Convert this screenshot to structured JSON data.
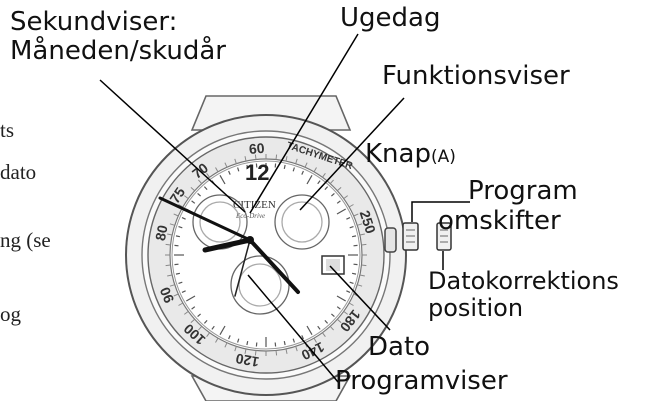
{
  "labels": {
    "second_hand_line1": "Sekundviser:",
    "second_hand_line2": "Måneden/skudår",
    "weekday": "Ugedag",
    "function_hand": "Funktionsviser",
    "button_a_main": "Knap",
    "button_a_suffix": "(A)",
    "program_switch_line1": "Program",
    "program_switch_line2": "omskifter",
    "date_correction_line1": "Datokorrektions",
    "date_correction_line2": "position",
    "date": "Dato",
    "program_hand": "Programviser"
  },
  "dial": {
    "brand": "CITIZEN",
    "brand_sub": "Eco-Drive",
    "twelve": "12",
    "tachymeter": "TACHYMETER"
  },
  "bezel_numbers": [
    "60",
    "70",
    "75",
    "80",
    "90",
    "100",
    "120",
    "140",
    "180",
    "250"
  ],
  "left_text_fragments": [
    "ts",
    "dato",
    "ng (se",
    "og"
  ],
  "colors": {
    "ink": "#111111",
    "line": "#000000",
    "watch_outline": "#555555"
  }
}
